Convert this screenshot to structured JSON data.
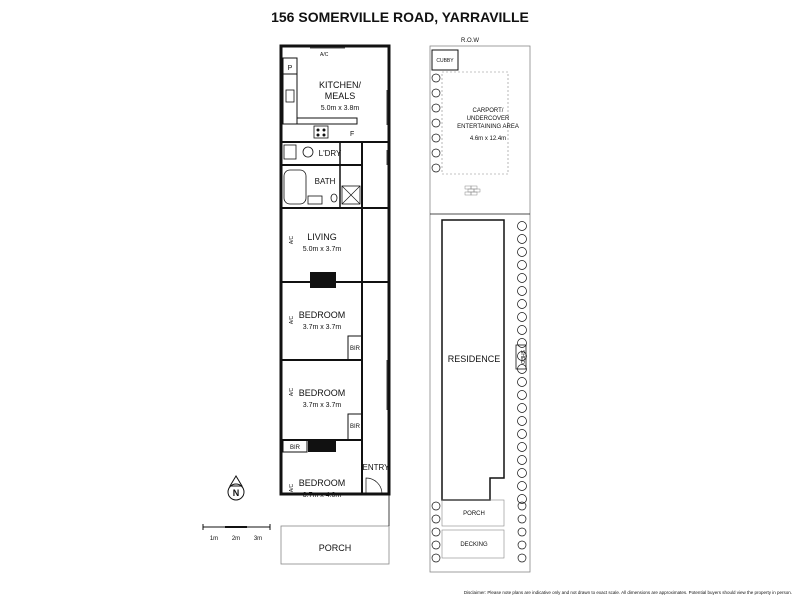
{
  "title": "156 SOMERVILLE ROAD, YARRAVILLE",
  "floorplan": {
    "rooms": {
      "kitchen_name": "KITCHEN/",
      "kitchen_name2": "MEALS",
      "kitchen_size": "5.0m x 3.8m",
      "laundry": "L'DRY",
      "bath": "BATH",
      "living": "LIVING",
      "living_size": "5.0m x 3.7m",
      "bedroom1": "BEDROOM",
      "bedroom1_size": "3.7m x 3.7m",
      "bedroom2": "BEDROOM",
      "bedroom2_size": "3.7m x 3.7m",
      "bedroom3": "BEDROOM",
      "bedroom3_size": "3.7m x 4.0m",
      "entry": "ENTRY",
      "porch": "PORCH"
    },
    "fixtures": {
      "pantry": "P",
      "fridge": "F",
      "robe": "BIR",
      "aircon": "A/C"
    }
  },
  "site_plan": {
    "row": "R.O.W",
    "cubby": "CUBBY",
    "carport_line1": "CARPORT/",
    "carport_line2": "UNDERCOVER",
    "carport_line3": "ENTERTAINING AREA",
    "carport_size": "4.6m x 12.4m",
    "residence": "RESIDENCE",
    "porch": "PORCH",
    "decking": "DECKING",
    "shed": "SHED"
  },
  "scale": {
    "labels": [
      "1m",
      "2m",
      "3m"
    ]
  },
  "north_label": "N",
  "disclaimer": "Disclaimer: Please note plans are indicative only and not drawn to exact scale. All dimensions are approximates. Potential buyers should view the property in person.",
  "colors": {
    "ink": "#111111",
    "paper": "#ffffff",
    "fill": "#111111"
  }
}
